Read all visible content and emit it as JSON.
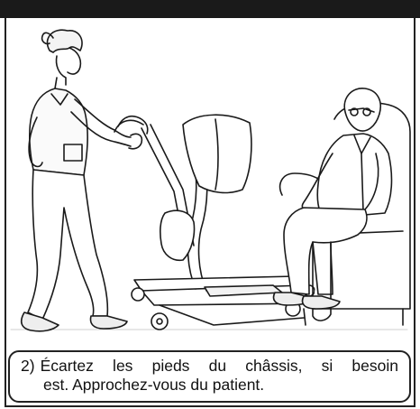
{
  "caption": {
    "step_number": "2)",
    "line1": "Écartez les pieds du châssis, si besoin",
    "line2": "est. Approchez-vous du patient."
  },
  "colors": {
    "frame": "#222222",
    "top_bar": "#1a1a1a",
    "ink": "#111111"
  }
}
